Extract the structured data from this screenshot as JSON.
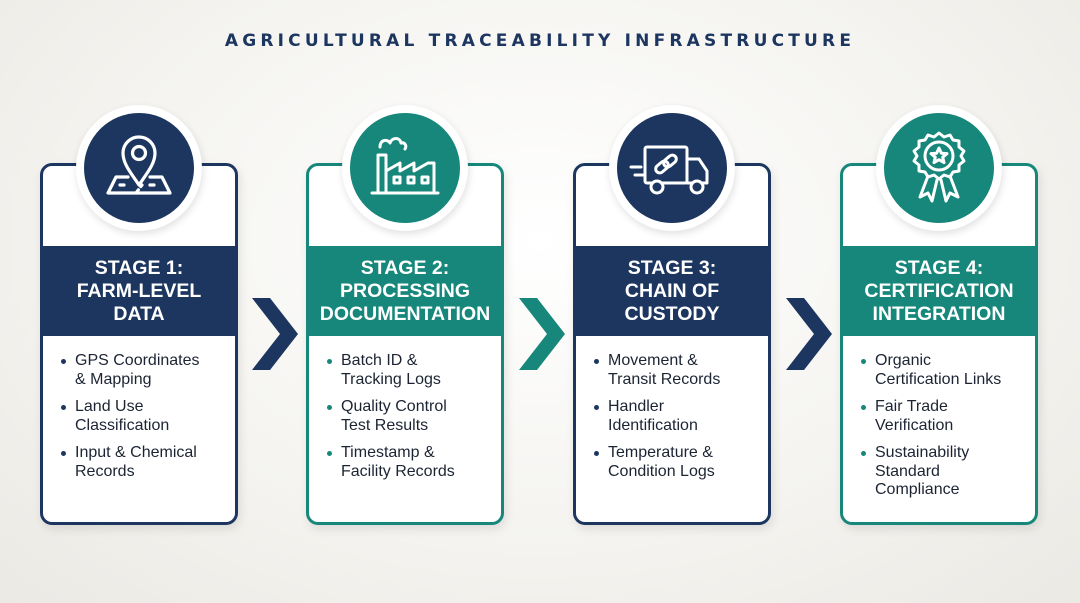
{
  "title": "AGRICULTURAL TRACEABILITY INFRASTRUCTURE",
  "colors": {
    "navy": "#1c3660",
    "teal": "#16877a"
  },
  "stages": [
    {
      "theme": "navy",
      "icon": "map-pin-icon",
      "heading": [
        "STAGE 1:",
        "FARM-LEVEL",
        "DATA"
      ],
      "items": [
        [
          "GPS Coordinates",
          "& Mapping"
        ],
        [
          "Land Use",
          "Classification"
        ],
        [
          "Input & Chemical",
          "Records"
        ]
      ]
    },
    {
      "theme": "teal",
      "icon": "factory-icon",
      "heading": [
        "STAGE 2:",
        "PROCESSING",
        "DOCUMENTATION"
      ],
      "items": [
        [
          "Batch ID &",
          "Tracking Logs"
        ],
        [
          "Quality Control",
          "Test Results"
        ],
        [
          "Timestamp &",
          "Facility Records"
        ]
      ]
    },
    {
      "theme": "navy",
      "icon": "delivery-truck-chain-icon",
      "heading": [
        "STAGE 3:",
        "CHAIN OF",
        "CUSTODY"
      ],
      "items": [
        [
          "Movement &",
          "Transit Records"
        ],
        [
          "Handler",
          "Identification"
        ],
        [
          "Temperature &",
          "Condition Logs"
        ]
      ]
    },
    {
      "theme": "teal",
      "icon": "award-ribbon-icon",
      "heading": [
        "STAGE 4:",
        "CERTIFICATION",
        "INTEGRATION"
      ],
      "items": [
        [
          "Organic",
          "Certification Links"
        ],
        [
          "Fair Trade",
          "Verification"
        ],
        [
          "Sustainability",
          "Standard",
          "Compliance"
        ]
      ]
    }
  ],
  "arrows": [
    "navy",
    "teal",
    "navy"
  ]
}
